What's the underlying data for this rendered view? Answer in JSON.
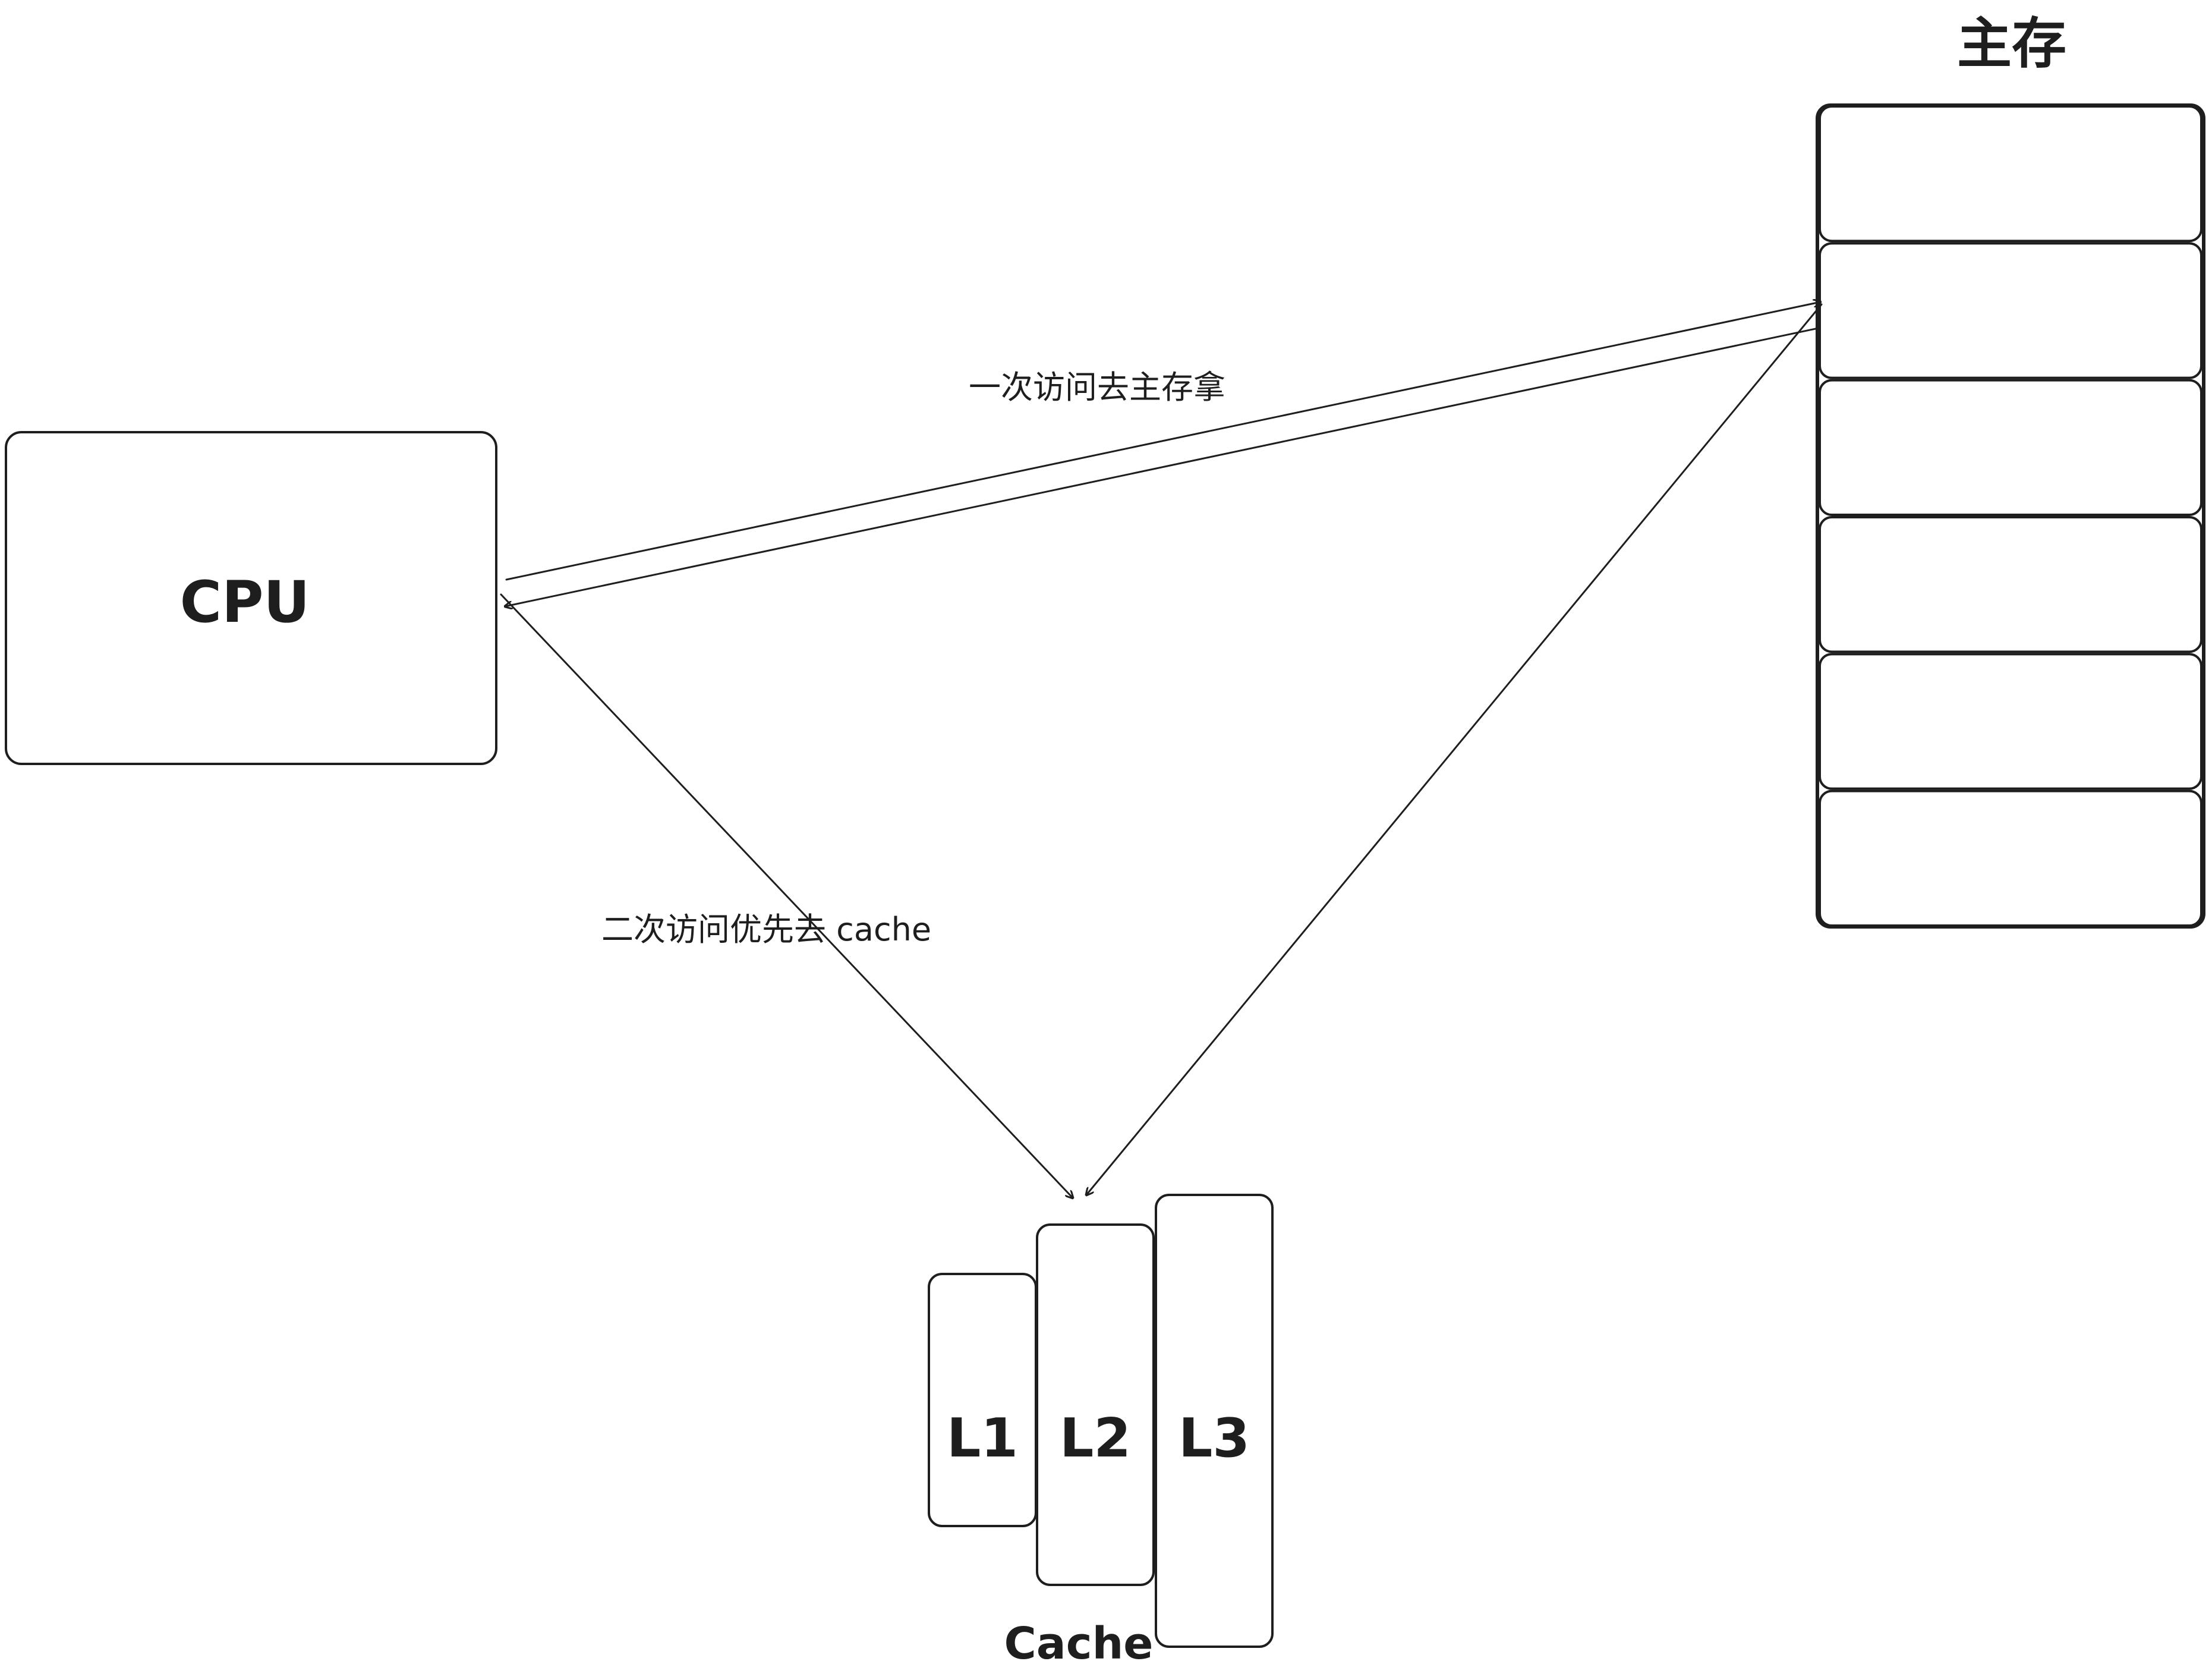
{
  "diagram": {
    "cpu": {
      "label": "CPU"
    },
    "main_memory": {
      "title": "主存",
      "cell_count": 6
    },
    "cache": {
      "caption": "Cache",
      "levels": [
        {
          "label": "L1"
        },
        {
          "label": "L2"
        },
        {
          "label": "L3"
        }
      ]
    },
    "edges": [
      {
        "from": "CPU",
        "to": "主存",
        "label": "一次访问去主存拿"
      },
      {
        "from": "主存",
        "to": "CPU",
        "label": ""
      },
      {
        "from": "CPU",
        "to": "Cache",
        "label": "二次访问优先去 cache"
      },
      {
        "from": "主存",
        "to": "Cache",
        "label": ""
      }
    ],
    "colors": {
      "stroke": "#1e1e1e",
      "background": "#ffffff"
    }
  }
}
